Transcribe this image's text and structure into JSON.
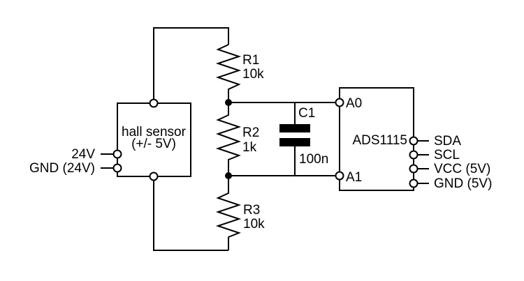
{
  "colors": {
    "line": "#000000",
    "background": "#ffffff"
  },
  "hall_sensor": {
    "label": "hall sensor",
    "sublabel": "(+/- 5V)",
    "pin_24v": "24V",
    "pin_gnd": "GND (24V)"
  },
  "resistors": [
    {
      "ref": "R1",
      "value": "10k"
    },
    {
      "ref": "R2",
      "value": "1k"
    },
    {
      "ref": "R3",
      "value": "10k"
    }
  ],
  "capacitor": {
    "ref": "C1",
    "value": "100n"
  },
  "adc": {
    "label": "ADS1115",
    "input_a0": "A0",
    "input_a1": "A1",
    "pins": [
      {
        "label": "SDA"
      },
      {
        "label": "SCL"
      },
      {
        "label": "VCC (5V)"
      },
      {
        "label": "GND (5V)"
      }
    ]
  }
}
